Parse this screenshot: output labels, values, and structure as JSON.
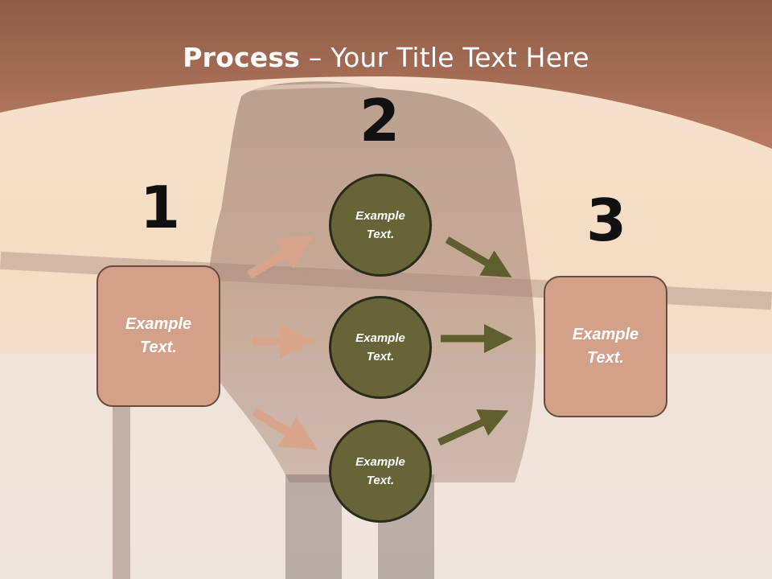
{
  "slide": {
    "title_bold": "Process",
    "title_rest": " – Your Title Text Here",
    "colors": {
      "banner": "#a86f58",
      "box_fill": "#d3a08a",
      "circle_fill": "#676537",
      "arrow_left": "#d9a48c",
      "arrow_right": "#5f5e2e"
    }
  },
  "steps": [
    {
      "number": "1",
      "text": "Example\nText."
    },
    {
      "number": "2",
      "items": [
        {
          "text": "Example\nText."
        },
        {
          "text": "Example\nText."
        },
        {
          "text": "Example\nText."
        }
      ]
    },
    {
      "number": "3",
      "text": "Example\nText."
    }
  ]
}
